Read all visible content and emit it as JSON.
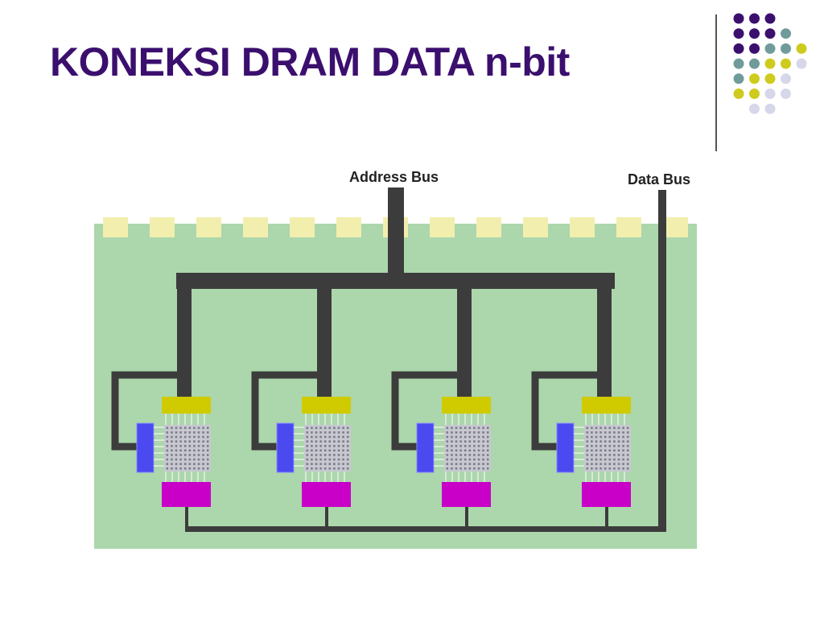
{
  "slide": {
    "title": "KONEKSI DRAM DATA n-bit"
  },
  "colors": {
    "title": "#3b0f6e",
    "board": "#acd6ac",
    "pin": "#f2efae",
    "bus": "#3c3c3c",
    "column_decoder": "#cfcb00",
    "row_decoder": "#4a4af0",
    "cell_array": "#c8c8d0",
    "sense_amp": "#c800c8",
    "deco_purple": "#3b0f6e",
    "deco_teal": "#6f9c9a",
    "deco_yellow": "#cfcb1e",
    "deco_lavender": "#d7d7ea"
  },
  "decoration": {
    "dot_rows": [
      [
        "deco_purple",
        "deco_purple",
        "deco_purple"
      ],
      [
        "deco_purple",
        "deco_purple",
        "deco_purple",
        "deco_teal"
      ],
      [
        "deco_purple",
        "deco_purple",
        "deco_teal",
        "deco_teal",
        "deco_yellow"
      ],
      [
        "deco_teal",
        "deco_teal",
        "deco_yellow",
        "deco_yellow",
        "deco_lavender"
      ],
      [
        "deco_teal",
        "deco_yellow",
        "deco_yellow",
        "deco_lavender"
      ],
      [
        "deco_yellow",
        "deco_yellow",
        "deco_lavender",
        "deco_lavender"
      ],
      [
        "deco_lavender",
        "deco_lavender"
      ]
    ]
  },
  "diagram": {
    "address_bus_label": "Address Bus",
    "data_bus_label": "Data Bus",
    "pin_count": 13,
    "chip_count": 4
  }
}
